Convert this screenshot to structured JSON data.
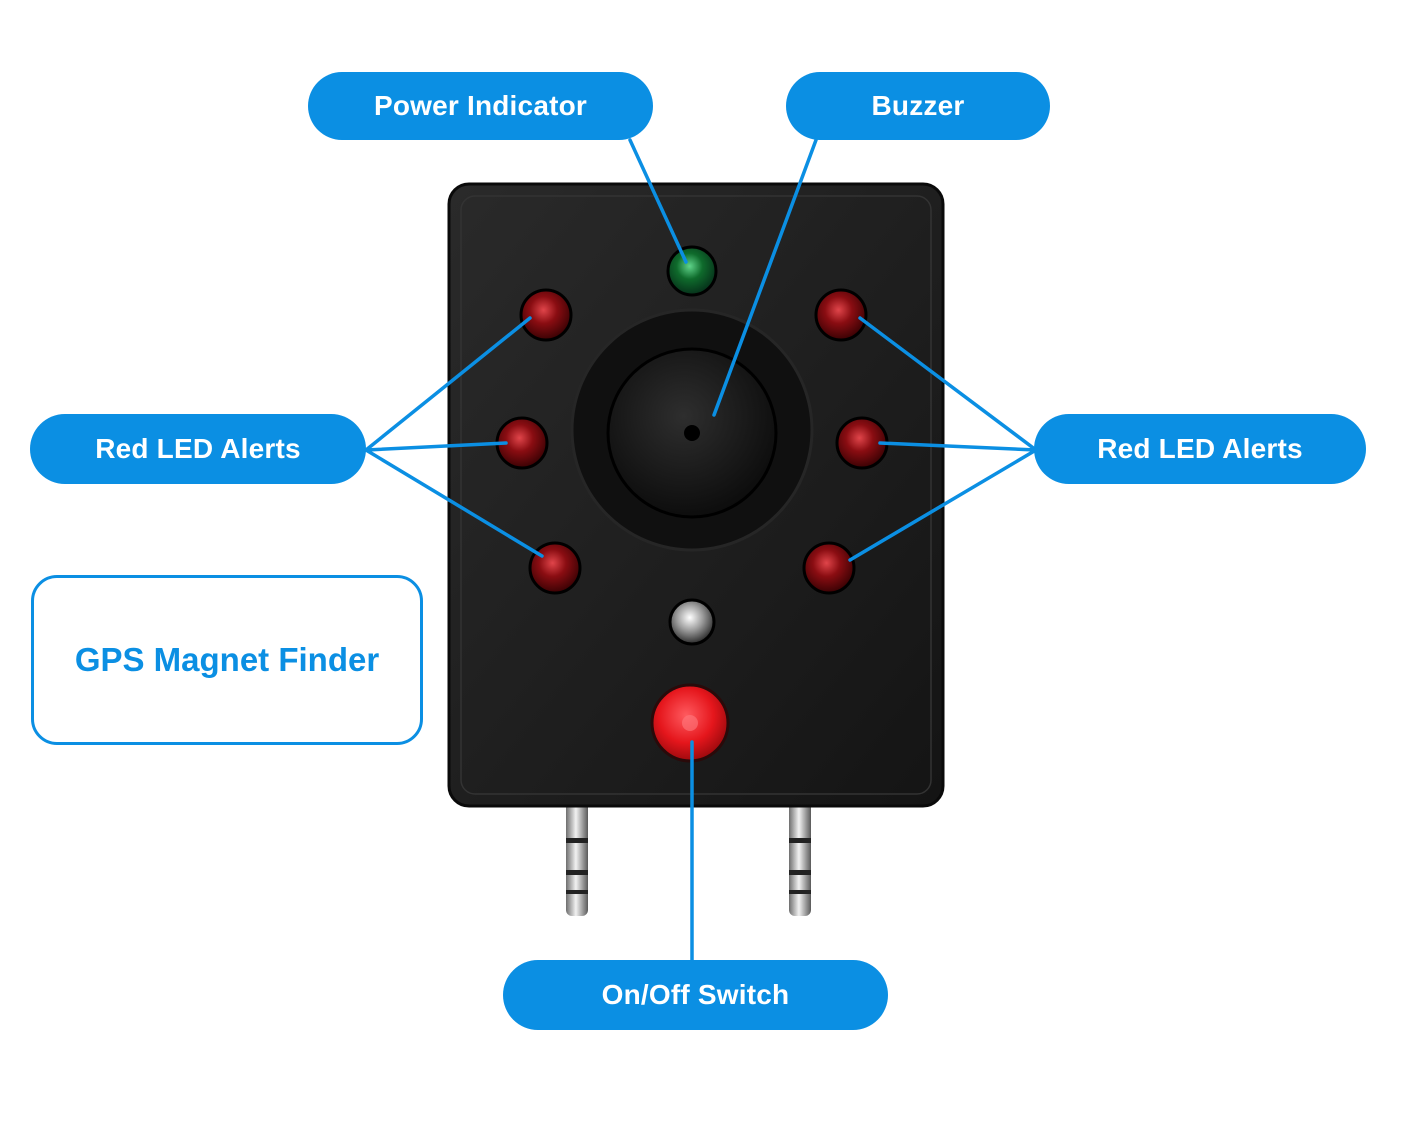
{
  "labels": {
    "power_indicator": "Power Indicator",
    "buzzer": "Buzzer",
    "red_led_left": "Red LED Alerts",
    "red_led_right": "Red LED Alerts",
    "on_off_switch": "On/Off Switch"
  },
  "product": {
    "name": "GPS Magnet Finder"
  },
  "colors": {
    "accent": "#0b8fe3",
    "device_body": "#1c1c1c",
    "led_red": "#8a0d12",
    "led_green": "#0f6b2c",
    "button_red": "#e5161c"
  },
  "icons": {
    "power_led": "green-led-icon",
    "alert_leds": "red-led-icon",
    "buzzer": "buzzer-icon",
    "switch": "red-button-icon"
  }
}
